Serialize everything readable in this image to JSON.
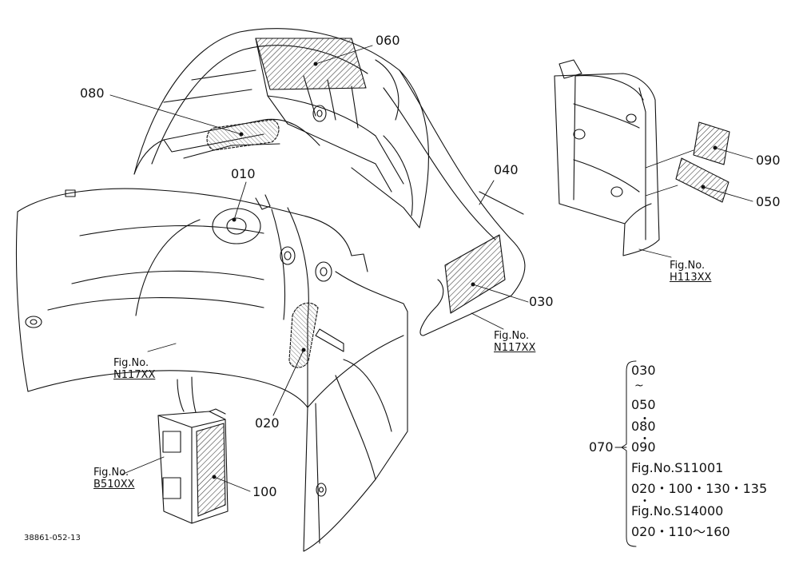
{
  "callouts": {
    "c010": "010",
    "c020": "020",
    "c030": "030",
    "c040": "040",
    "c050": "050",
    "c060": "060",
    "c080": "080",
    "c090": "090",
    "c100": "100"
  },
  "figure_refs": {
    "fig_no_label": "Fig.No.",
    "left_fender": "N117XX",
    "right_fender": "N117XX",
    "cover": "H113XX",
    "battery": "B510XX"
  },
  "legend": {
    "label": "070",
    "lines": [
      "030",
      "~",
      "050",
      "080",
      "090",
      "Fig.No.S11001",
      "020・100・130・135",
      "Fig.No.S14000",
      "020・110～160"
    ],
    "separator": "・"
  },
  "drawing_code": "38861-052-13",
  "colors": {
    "line": "#111111",
    "hatch": "#333333",
    "background": "#ffffff"
  }
}
